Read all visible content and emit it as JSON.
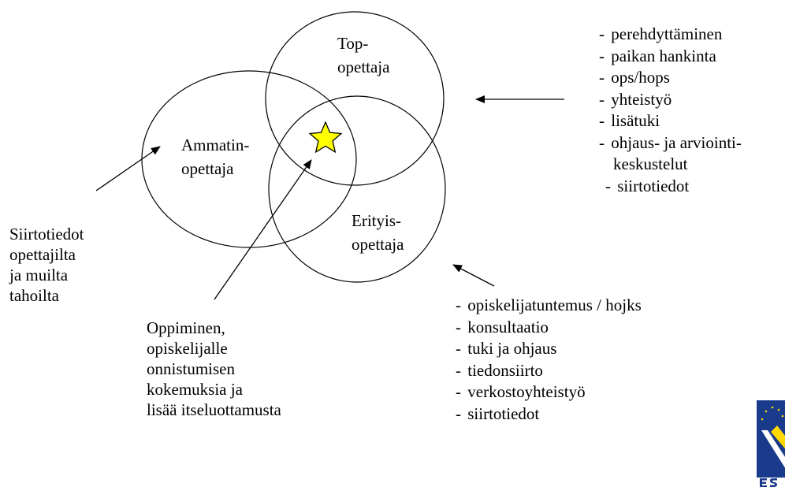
{
  "circles": {
    "top": {
      "label_lines": [
        "Top-",
        "opettaja"
      ]
    },
    "ammatin": {
      "label_lines": [
        "Ammatin-",
        "opettaja"
      ]
    },
    "erityis": {
      "label_lines": [
        "Erityis-",
        "opettaja"
      ]
    }
  },
  "center_star": {
    "icon": "star-icon",
    "fill": "#FFFF00",
    "stroke": "#000000"
  },
  "top_list": {
    "items": [
      {
        "text": "perehdyttäminen",
        "dash": true
      },
      {
        "text": "paikan hankinta",
        "dash": true
      },
      {
        "text": "ops/hops",
        "dash": true
      },
      {
        "text": "yhteistyö",
        "dash": true
      },
      {
        "text": "lisätuki",
        "dash": true
      },
      {
        "text": "ohjaus- ja arviointi-",
        "dash": true
      },
      {
        "text": "keskustelut",
        "dash": false
      },
      {
        "text": "siirtotiedot",
        "dash": true
      }
    ]
  },
  "erityis_list": {
    "items": [
      "opiskelijatuntemus / hojks",
      "konsultaatio",
      "tuki ja ohjaus",
      "tiedonsiirto",
      "verkostoyhteistyö",
      "siirtotiedot"
    ]
  },
  "left_note": {
    "lines": [
      "Siirtotiedot",
      "opettajilta",
      "ja muilta",
      "tahoilta"
    ]
  },
  "bottom_note": {
    "lines": [
      "Oppiminen,",
      "opiskelijalle",
      "onnistumisen",
      "kokemuksia ja",
      "lisää itseluottamusta"
    ]
  },
  "logo": {
    "icon": "esr-logo-icon",
    "colors": {
      "blue": "#1a3a8c",
      "yellow": "#ffd800",
      "white": "#ffffff"
    }
  }
}
